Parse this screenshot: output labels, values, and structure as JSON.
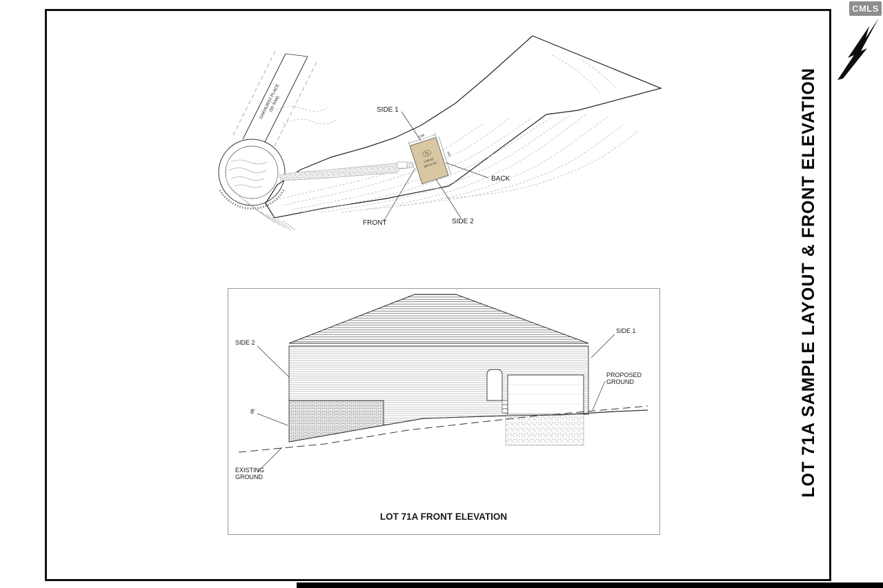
{
  "watermark": {
    "brand": "CMLS"
  },
  "sheet": {
    "vertical_title": "LOT 71A SAMPLE LAYOUT & FRONT ELEVATION"
  },
  "site_plan": {
    "street_name": "OAKHURST PLACE",
    "street_rw": "(50' R/W)",
    "labels": {
      "side1": "SIDE 1",
      "back": "BACK",
      "side2": "SIDE 2",
      "front": "FRONT"
    },
    "footprint": {
      "lot_number": "71",
      "area": "1.35 AC.",
      "area_sf": "(58714 SF)",
      "dim_top": "±108'",
      "dim_side": "±61'"
    }
  },
  "elevation": {
    "caption": "LOT 71A FRONT ELEVATION",
    "labels": {
      "side2": "SIDE 2",
      "side1": "SIDE 1",
      "proposed_line1": "PROPOSED",
      "proposed_line2": "GROUND",
      "height": "8'",
      "existing_line1": "EXISTING",
      "existing_line2": "GROUND"
    }
  }
}
